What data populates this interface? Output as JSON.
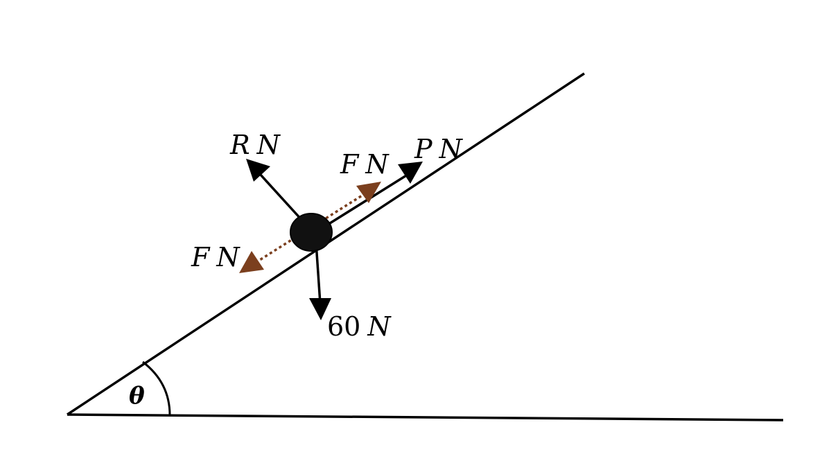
{
  "forces": {
    "normal": {
      "symbol": "R",
      "unit": "N"
    },
    "push": {
      "symbol": "P",
      "unit": "N"
    },
    "friction_up": {
      "symbol": "F",
      "unit": "N"
    },
    "friction_down": {
      "symbol": "F",
      "unit": "N"
    },
    "weight": {
      "value": "60",
      "unit": "N"
    }
  },
  "angle": {
    "symbol": "θ"
  },
  "colors": {
    "line": "#000000",
    "friction": "#7b3f1e",
    "particle": "#111111"
  }
}
